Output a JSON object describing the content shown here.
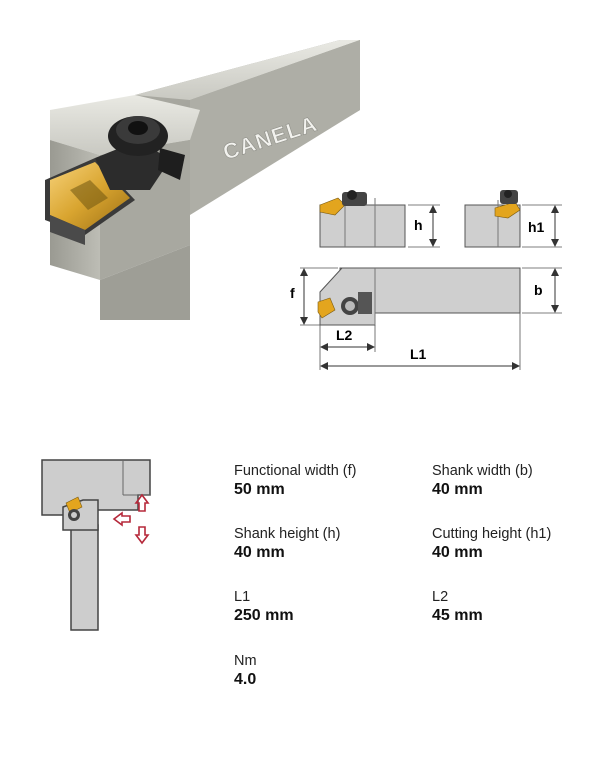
{
  "product": {
    "brand_logo": "CANELA"
  },
  "diagram": {
    "labels": {
      "h": "h",
      "h1": "h1",
      "b": "b",
      "f": "f",
      "l2": "L2",
      "l1": "L1"
    }
  },
  "specs": [
    {
      "label": "Functional width (f)",
      "value": "50 mm"
    },
    {
      "label": "Shank width (b)",
      "value": "40 mm"
    },
    {
      "label": "Shank height (h)",
      "value": "40 mm"
    },
    {
      "label": "Cutting height (h1)",
      "value": "40 mm"
    },
    {
      "label": "L1",
      "value": "250 mm"
    },
    {
      "label": "L2",
      "value": "45 mm"
    },
    {
      "label": "Nm",
      "value": "4.0"
    }
  ],
  "colors": {
    "insert": "#e3a51e",
    "shank": "#cdcdcd",
    "arrows": "#b5283a"
  }
}
